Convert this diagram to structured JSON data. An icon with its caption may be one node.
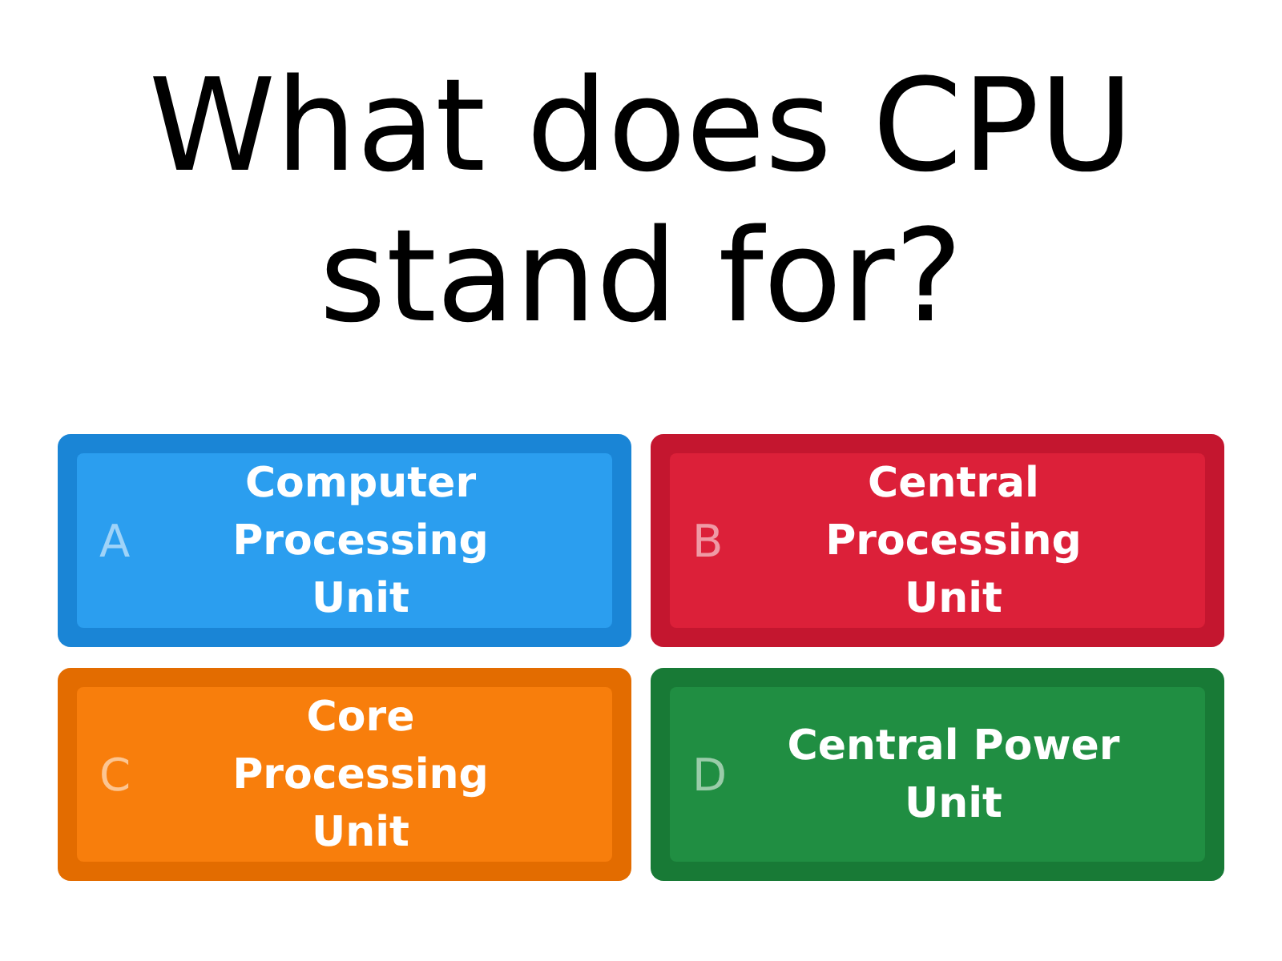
{
  "diagram": {
    "title": "What does CPU stand for?",
    "nodes": [
      {
        "text": [
          "A",
          "Computer Processing Unit"
        ]
      },
      {
        "text": [
          "B",
          "Central Processing Unit"
        ]
      },
      {
        "text": [
          "C",
          "Core Processing Unit"
        ]
      },
      {
        "text": [
          "D",
          "Central Power Unit"
        ]
      }
    ]
  }
}
